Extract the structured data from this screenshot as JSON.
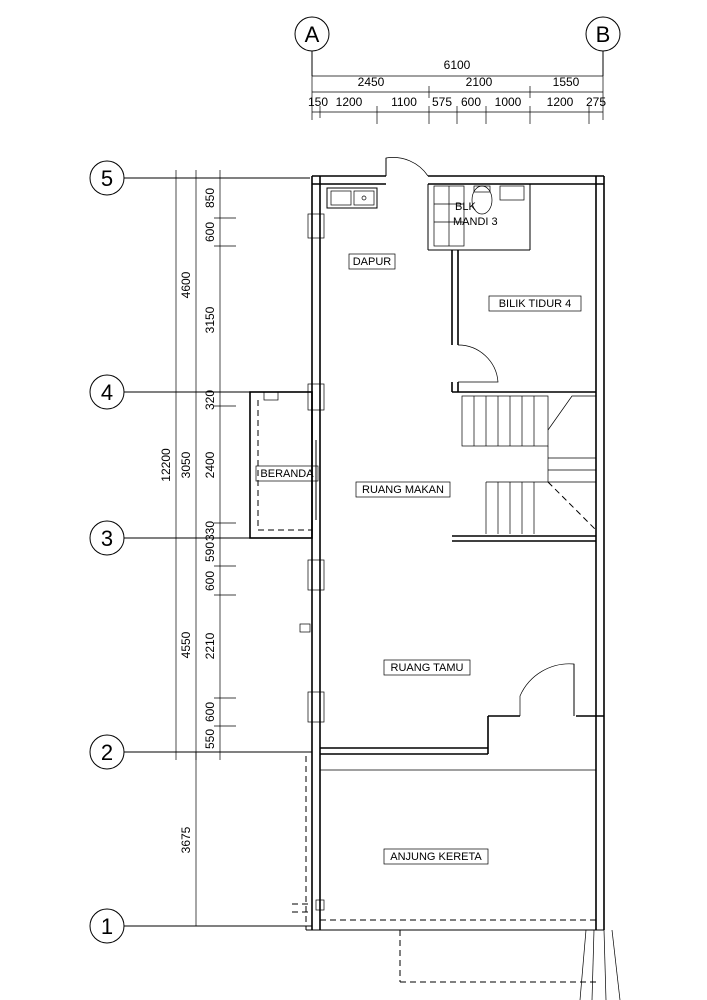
{
  "grid": {
    "columns": [
      "A",
      "B"
    ],
    "rows": [
      "5",
      "4",
      "3",
      "2",
      "1"
    ]
  },
  "dimensions": {
    "top_total": "6100",
    "top_mid": [
      "2450",
      "2100",
      "1550"
    ],
    "top_detail": [
      "150",
      "1200",
      "1100",
      "575",
      "600",
      "1000",
      "1200",
      "275"
    ],
    "left_total": "12200",
    "left_mid": [
      "4600",
      "3050",
      "4550",
      "3675"
    ],
    "left_detail": [
      "850",
      "600",
      "3150",
      "320",
      "2400",
      "330",
      "590",
      "600",
      "2210",
      "600",
      "550"
    ]
  },
  "rooms": {
    "dapur": "DAPUR",
    "bilik_mandi_1": "BLK",
    "bilik_mandi_2": "MANDI 3",
    "bilik_tidur": "BILIK TIDUR 4",
    "beranda": "BERANDA",
    "ruang_makan": "RUANG MAKAN",
    "ruang_tamu": "RUANG TAMU",
    "anjung_kereta": "ANJUNG KERETA"
  }
}
